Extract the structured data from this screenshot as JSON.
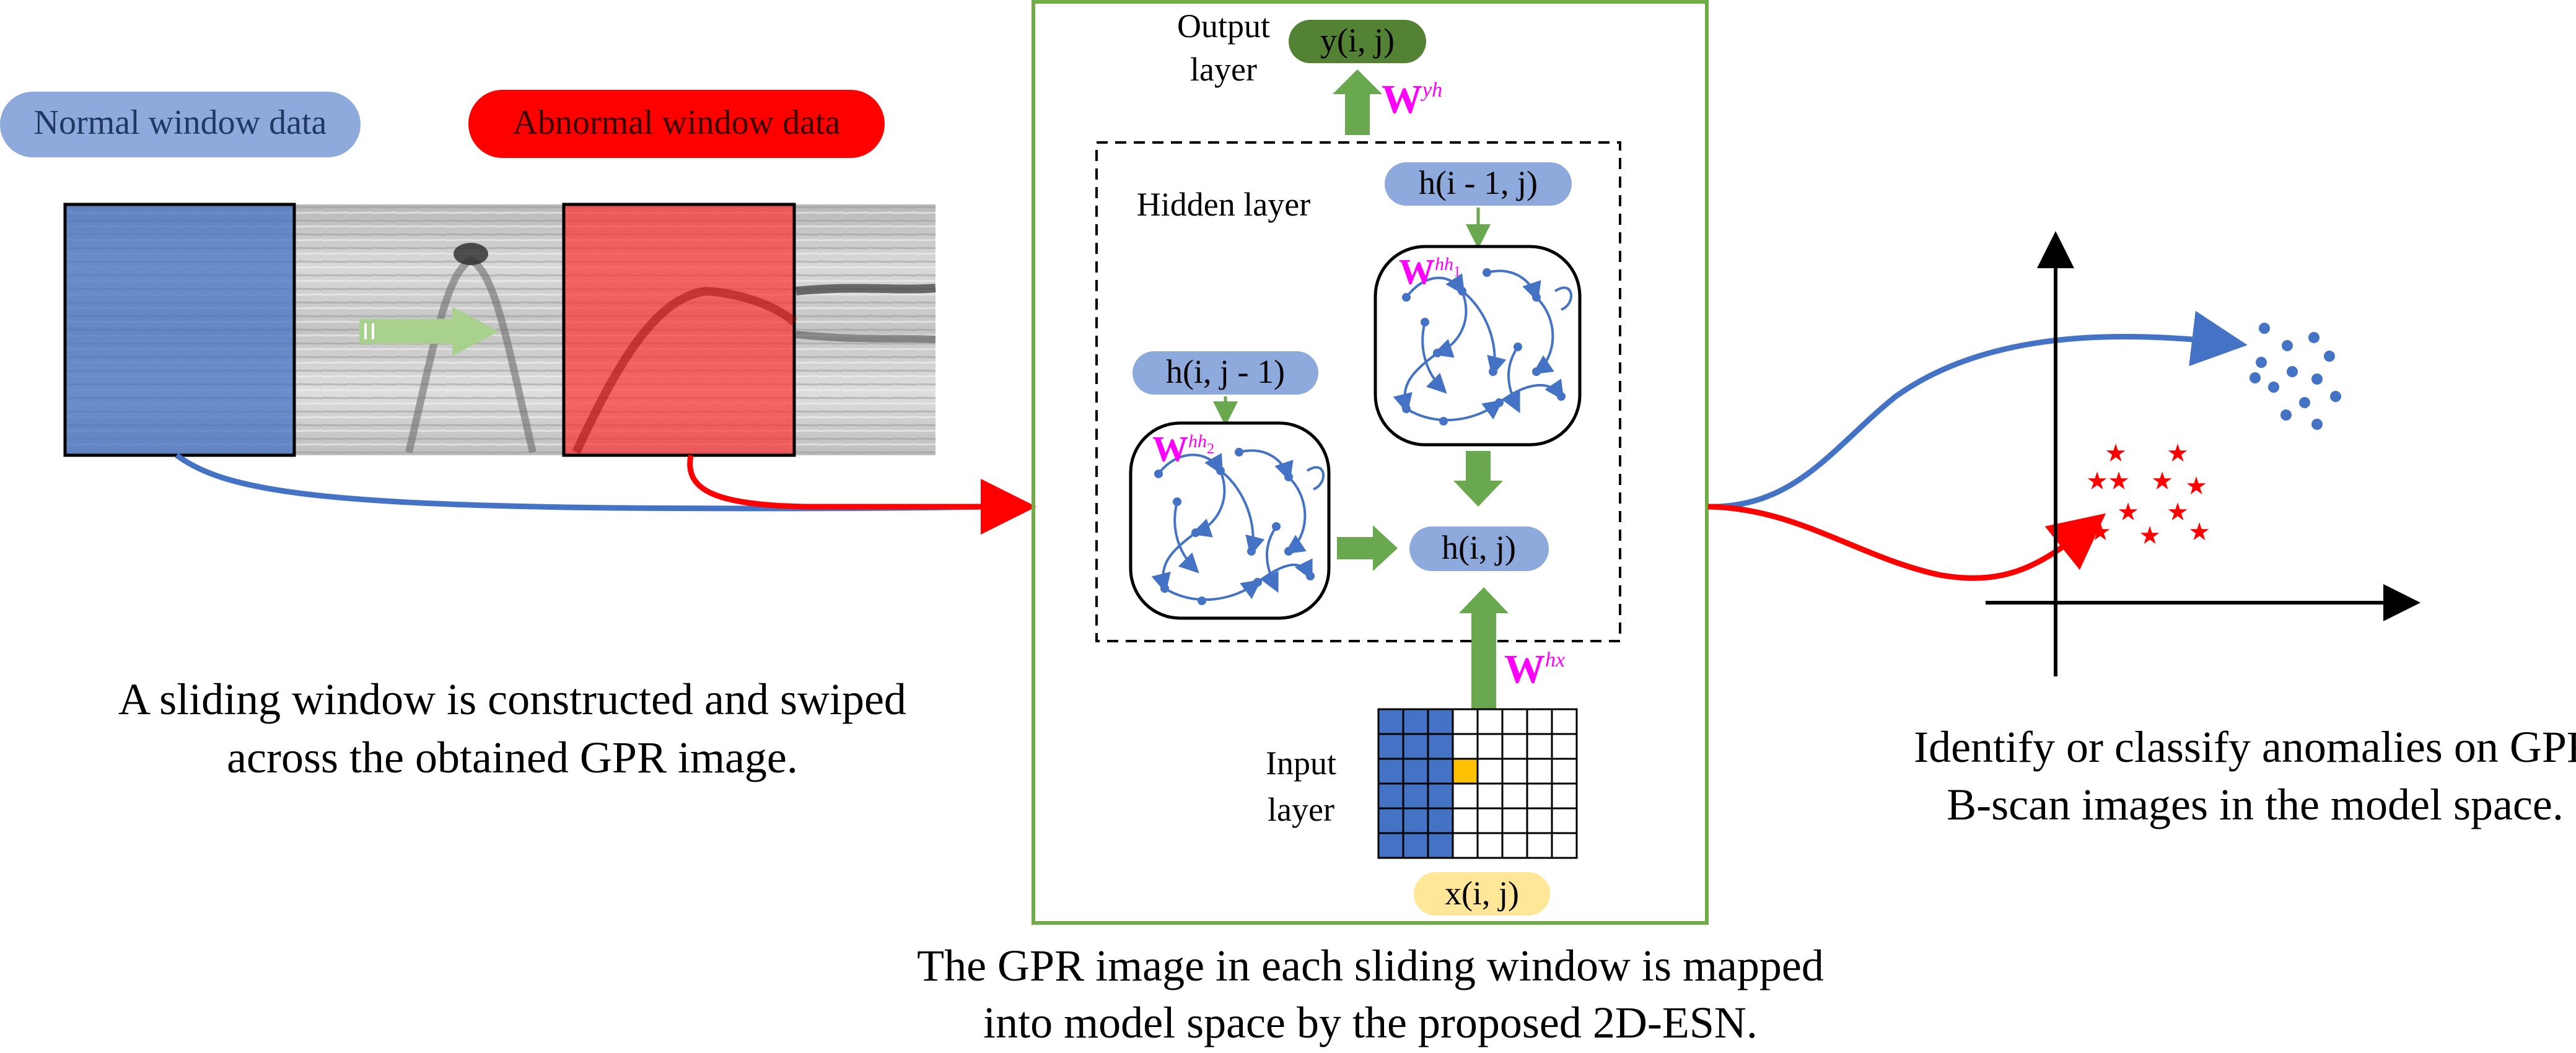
{
  "left_panel": {
    "normal_label": "Normal window data",
    "abnormal_label": "Abnormal window data",
    "caption_line1": "A sliding window is constructed and swiped",
    "caption_line2": "across the obtained GPR image."
  },
  "center_panel": {
    "output_layer_line1": "Output",
    "output_layer_line2": "layer",
    "output_node": "y(i, j)",
    "hidden_layer_label": "Hidden layer",
    "node_h_i_minus_1": "h(i - 1, j)",
    "node_h_j_minus_1": "h(i, j - 1)",
    "node_h_ij": "h(i, j)",
    "input_layer_line1": "Input",
    "input_layer_line2": "layer",
    "input_node": "x(i, j)",
    "weight_symbol": "W",
    "weight_yh_sup": "yh",
    "weight_hx_sup": "hx",
    "weight_hh1_sup": "hh",
    "weight_hh1_sub": "1",
    "weight_hh2_sup": "hh",
    "weight_hh2_sub": "2",
    "caption_line1": "The GPR image in each sliding window is mapped",
    "caption_line2": "into model space by the proposed 2D-ESN."
  },
  "right_panel": {
    "caption_line1": "Identify or classify anomalies on GPR",
    "caption_line2": "B-scan images in the model space."
  },
  "colors": {
    "blue": "#4472C4",
    "blue_pill": "#8EA9DB",
    "red": "#FF0000",
    "green_border": "#70AD47",
    "green_arrow": "#6AA84F",
    "dark_green": "#548235",
    "magenta": "#FF00FF",
    "yellow_pill": "#FFE699",
    "yellow_cell": "#FFC000"
  }
}
